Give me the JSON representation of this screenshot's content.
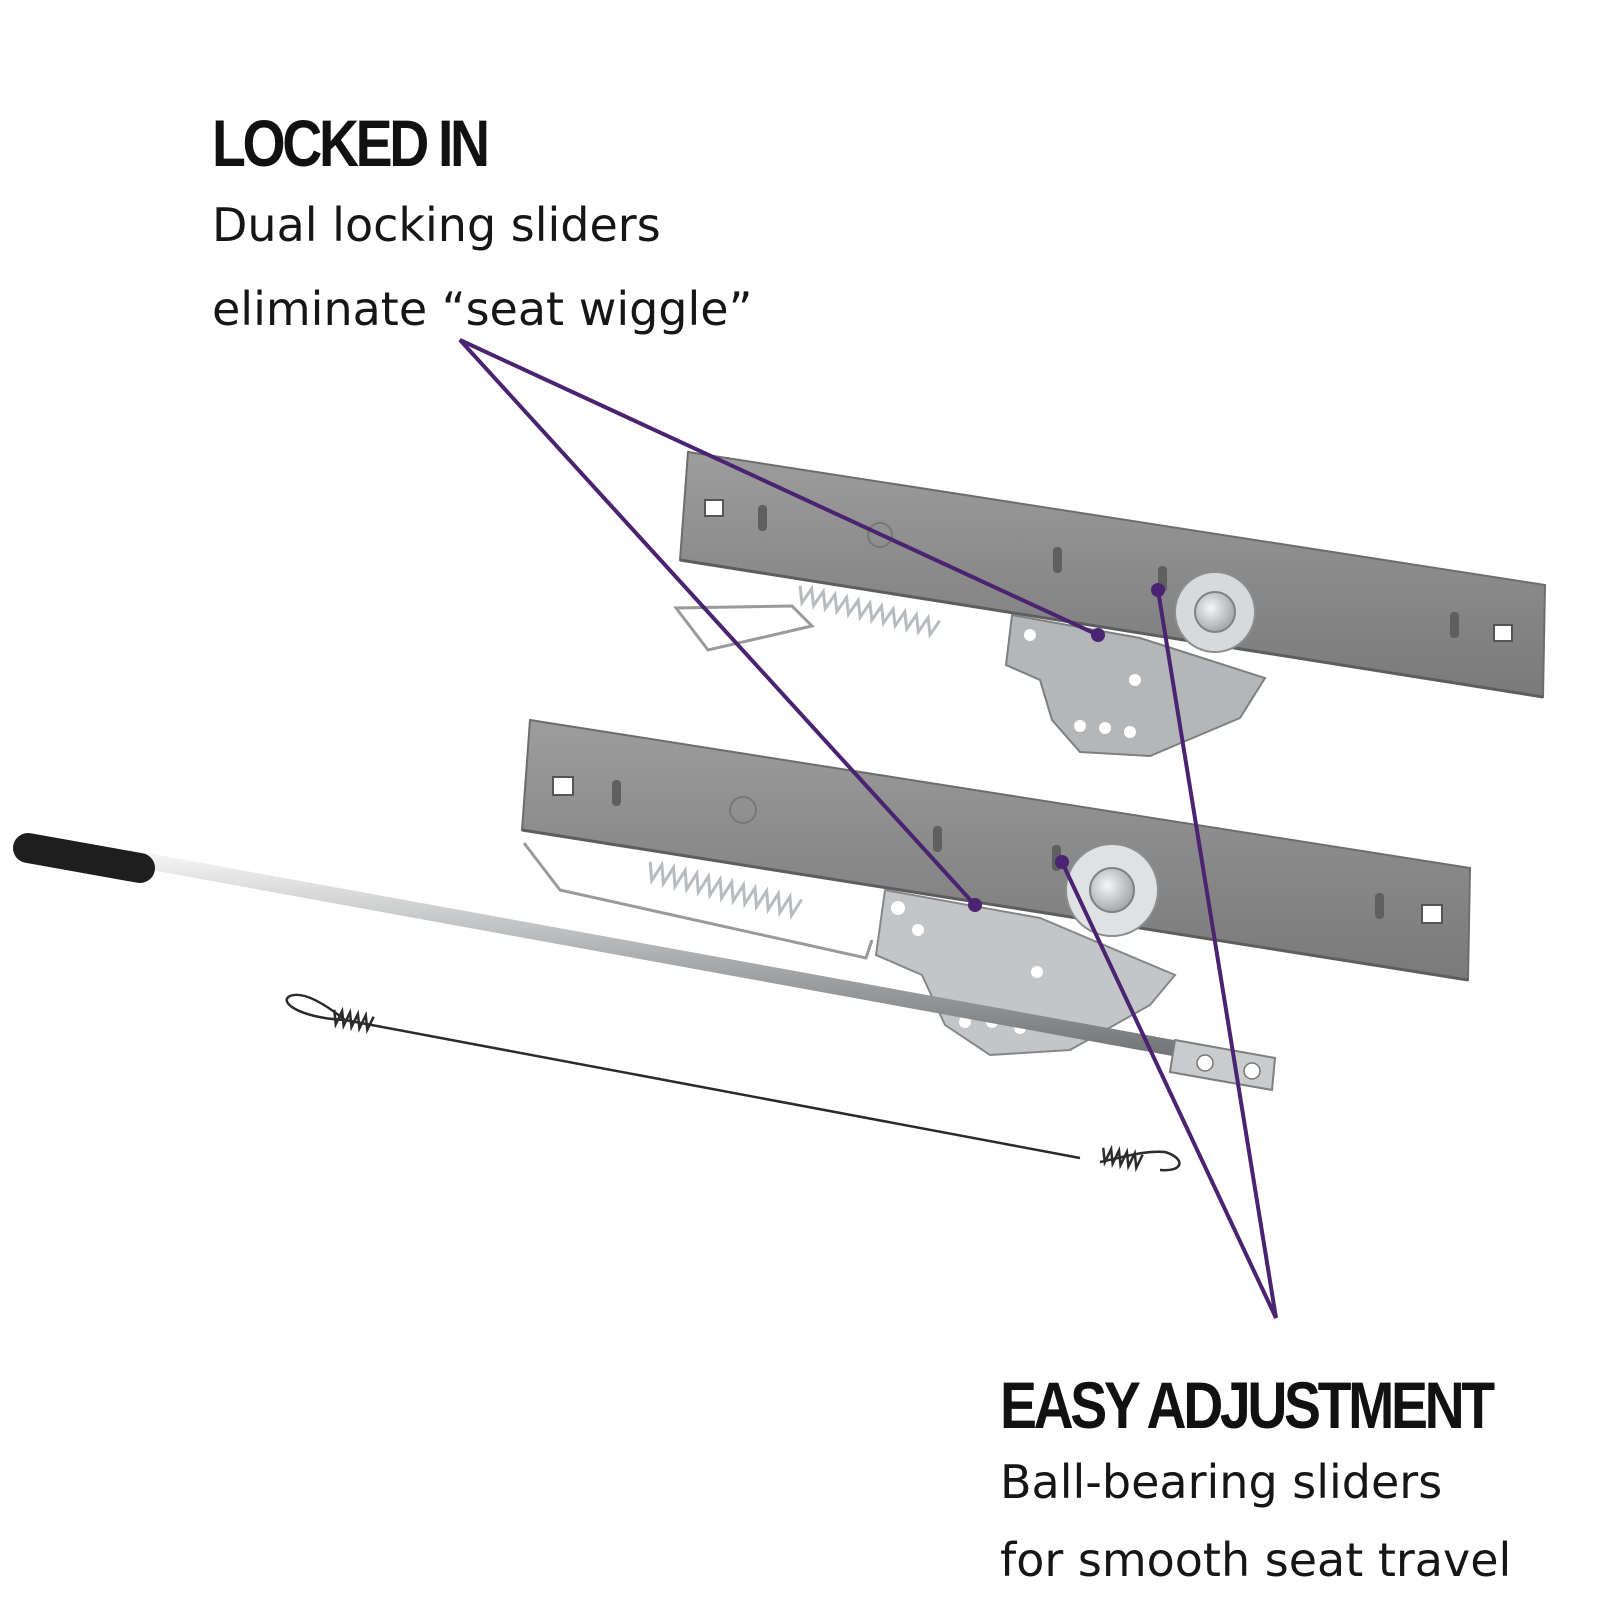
{
  "features": {
    "locked_in": {
      "title": "LOCKED IN",
      "line1": "Dual locking sliders",
      "line2": "eliminate “seat wiggle”"
    },
    "easy_adjustment": {
      "title": "EASY ADJUSTMENT",
      "line1": "Ball-bearing sliders",
      "line2": "for smooth seat travel"
    }
  },
  "colors": {
    "callout": "#4a2470",
    "rail": "#8f8f8f",
    "steel": "#c4c6c8",
    "grip": "#1e1e1e"
  }
}
